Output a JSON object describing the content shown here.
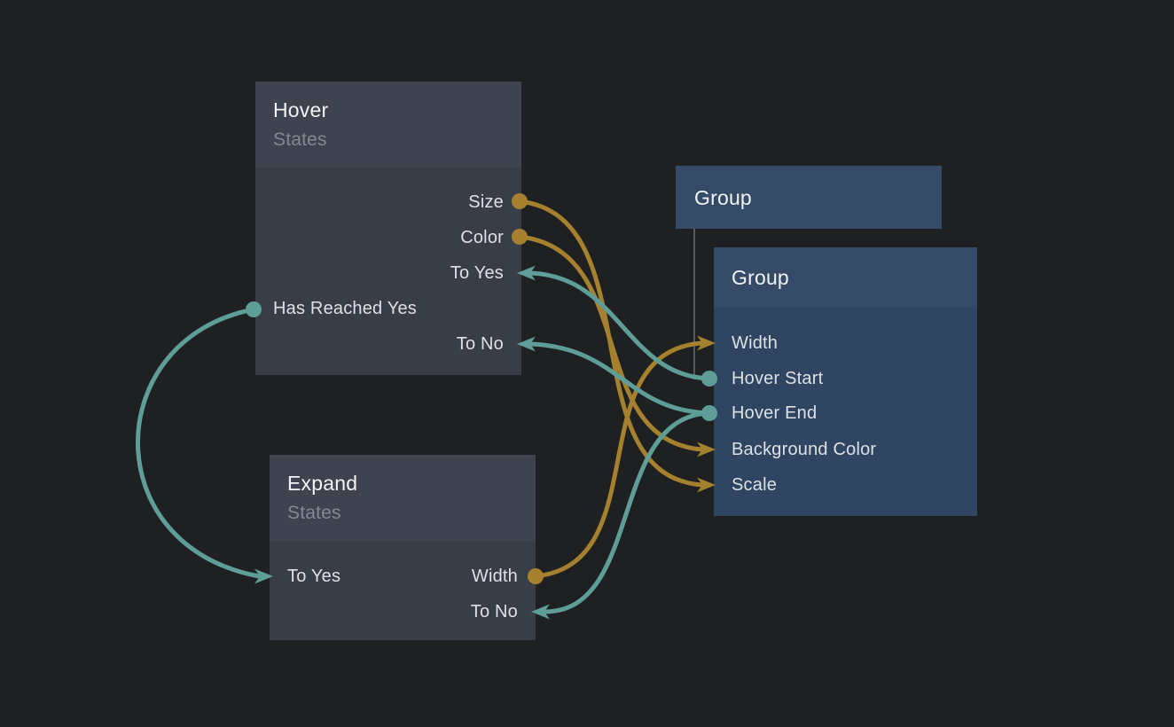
{
  "app": {
    "description": "Node-based visual programming canvas with state and group patches",
    "background_color": "#1f2021"
  },
  "colors": {
    "edge_orange": "#a5802f",
    "edge_teal": "#5e9d98",
    "hierarchy_line": "#55595e",
    "state_node_header": "#3e434f",
    "state_node_body": "#383d47",
    "group_node_header": "#344a67",
    "group_node_body": "#2f4561",
    "title_text": "#f1f3f5",
    "subtitle_text": "#828994",
    "port_text": "#dde1e6"
  },
  "nodes": {
    "hover": {
      "title": "Hover",
      "subtitle": "States",
      "ports": {
        "size": {
          "label": "Size",
          "side": "right",
          "connector": "dot",
          "color": "#a5802f"
        },
        "color": {
          "label": "Color",
          "side": "right",
          "connector": "dot",
          "color": "#a5802f"
        },
        "to_yes": {
          "label": "To Yes",
          "side": "right",
          "connector": "arrow-in",
          "color": "#5e9d98"
        },
        "has_reached_yes": {
          "label": "Has Reached Yes",
          "side": "left",
          "connector": "dot",
          "color": "#5e9d98"
        },
        "to_no": {
          "label": "To No",
          "side": "right",
          "connector": "arrow-in",
          "color": "#5e9d98"
        }
      }
    },
    "expand": {
      "title": "Expand",
      "subtitle": "States",
      "ports": {
        "to_yes": {
          "label": "To Yes",
          "side": "left",
          "connector": "arrow-in",
          "color": "#5e9d98"
        },
        "width": {
          "label": "Width",
          "side": "right",
          "connector": "dot",
          "color": "#a5802f"
        },
        "to_no": {
          "label": "To No",
          "side": "right",
          "connector": "arrow-in",
          "color": "#5e9d98"
        }
      }
    },
    "group_parent": {
      "title": "Group"
    },
    "group": {
      "title": "Group",
      "ports": {
        "width": {
          "label": "Width",
          "side": "left",
          "connector": "arrow-in",
          "color": "#a5802f"
        },
        "hover_start": {
          "label": "Hover Start",
          "side": "left",
          "connector": "dot",
          "color": "#5e9d98"
        },
        "hover_end": {
          "label": "Hover End",
          "side": "left",
          "connector": "dot",
          "color": "#5e9d98"
        },
        "background_color": {
          "label": "Background Color",
          "side": "left",
          "connector": "arrow-in",
          "color": "#a5802f"
        },
        "scale": {
          "label": "Scale",
          "side": "left",
          "connector": "arrow-in",
          "color": "#a5802f"
        }
      }
    }
  },
  "edges": [
    {
      "from": "Hover.Size",
      "to": "Group.Scale",
      "color": "#a5802f"
    },
    {
      "from": "Hover.Color",
      "to": "Group.Background Color",
      "color": "#a5802f"
    },
    {
      "from": "Expand.Width",
      "to": "Group.Width",
      "color": "#a5802f"
    },
    {
      "from": "Group.Hover Start",
      "to": "Hover.To Yes",
      "color": "#5e9d98"
    },
    {
      "from": "Group.Hover End",
      "to": "Hover.To No",
      "color": "#5e9d98"
    },
    {
      "from": "Group.Hover End",
      "to": "Expand.To No",
      "color": "#5e9d98"
    },
    {
      "from": "Hover.Has Reached Yes",
      "to": "Expand.To Yes",
      "color": "#5e9d98"
    },
    {
      "from": "Group (parent)",
      "to": "Group.Hover Start",
      "color": "#55595e",
      "style": "hierarchy-elbow"
    }
  ]
}
